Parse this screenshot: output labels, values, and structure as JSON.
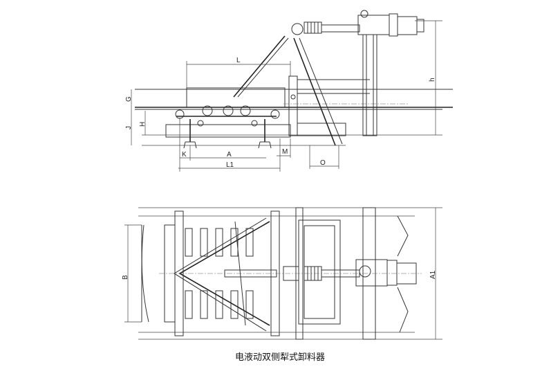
{
  "side_view": {
    "dimensions": {
      "L": "L",
      "G": "G",
      "J": "J",
      "H": "H",
      "K": "K",
      "A": "A",
      "M": "M",
      "L1": "L1",
      "O": "O",
      "h": "h"
    }
  },
  "top_view": {
    "dimensions": {
      "B": "B",
      "A1": "A1"
    }
  },
  "caption": "电液动双侧犁式卸料器"
}
